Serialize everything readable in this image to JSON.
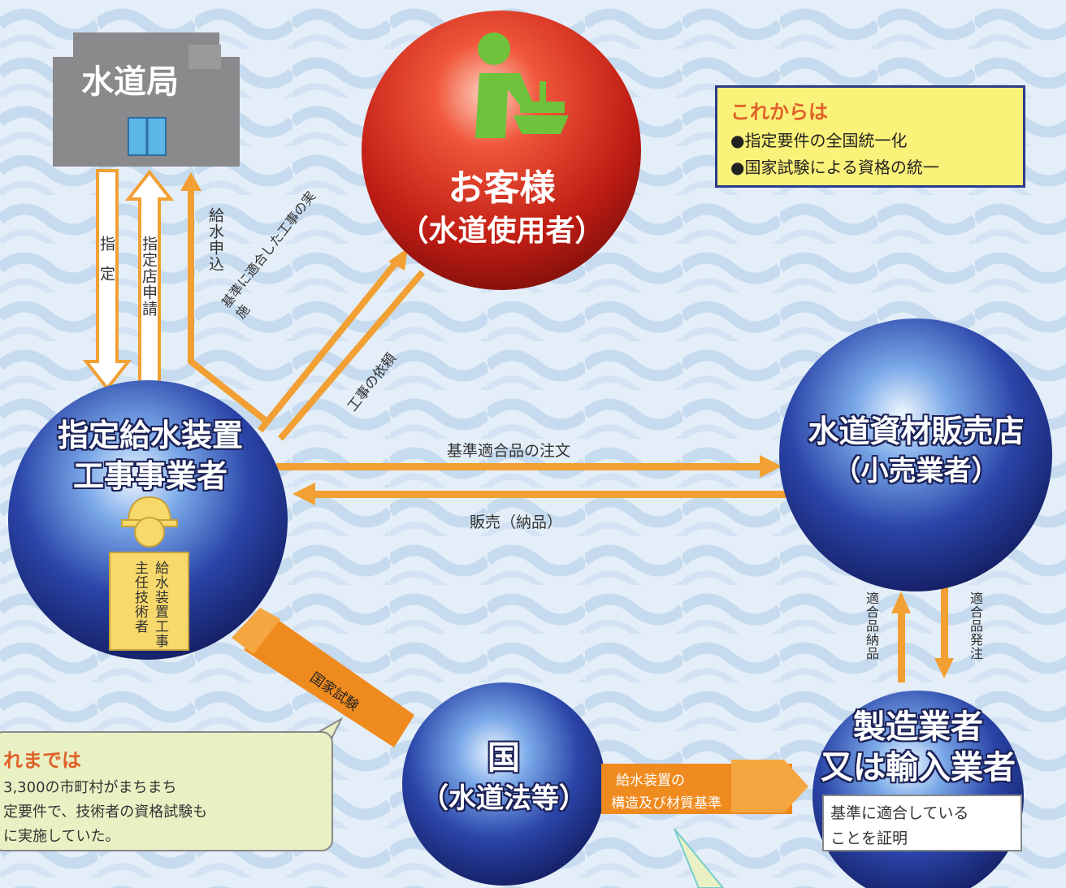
{
  "nodes": {
    "waterworks": "水道局",
    "customer_line1": "お客様",
    "customer_line2": "（水道使用者）",
    "contractor_line1": "指定給水装置",
    "contractor_line2": "工事事業者",
    "chief_engineer": "給水装置工事主任技術者",
    "retailer_line1": "水道資材販売店",
    "retailer_line2": "（小売業者）",
    "manufacturer_line1": "製造業者",
    "manufacturer_line2": "又は輸入業者",
    "nation_line1": "国",
    "nation_line2": "（水道法等）"
  },
  "arrows": {
    "designation": "指定",
    "designation_application": "指定店申請",
    "water_supply_application": "給水申込",
    "compliant_work": "基準に適合した工事の実施",
    "work_request": "工事の依頼",
    "order": "基準適合品の注文",
    "sale": "販売（納品）",
    "compliant_delivery": "適合品納品",
    "compliant_order": "適合品発注",
    "national_exam": "国家試験",
    "standards_line1": "給水装置の",
    "standards_line2": "構造及び材質基準"
  },
  "notes": {
    "future_title": "これからは",
    "future_item1": "●指定要件の全国統一化",
    "future_item2": "●国家試験による資格の統一",
    "past_title": "れまでは",
    "past_line1": "3,300の市町村がまちまち",
    "past_line2": "定要件で、技術者の資格試験も",
    "past_line3": "に実施していた。",
    "certify_line1": "基準に適合している",
    "certify_line2": "ことを証明"
  },
  "colors": {
    "arrow": "#f2a033",
    "sphere_blue": "#1f2f8c",
    "sphere_red": "#c8261c",
    "building": "#8a8a8c",
    "note_yellow": "#fbf27a",
    "note_green": "#e9f1c4"
  }
}
